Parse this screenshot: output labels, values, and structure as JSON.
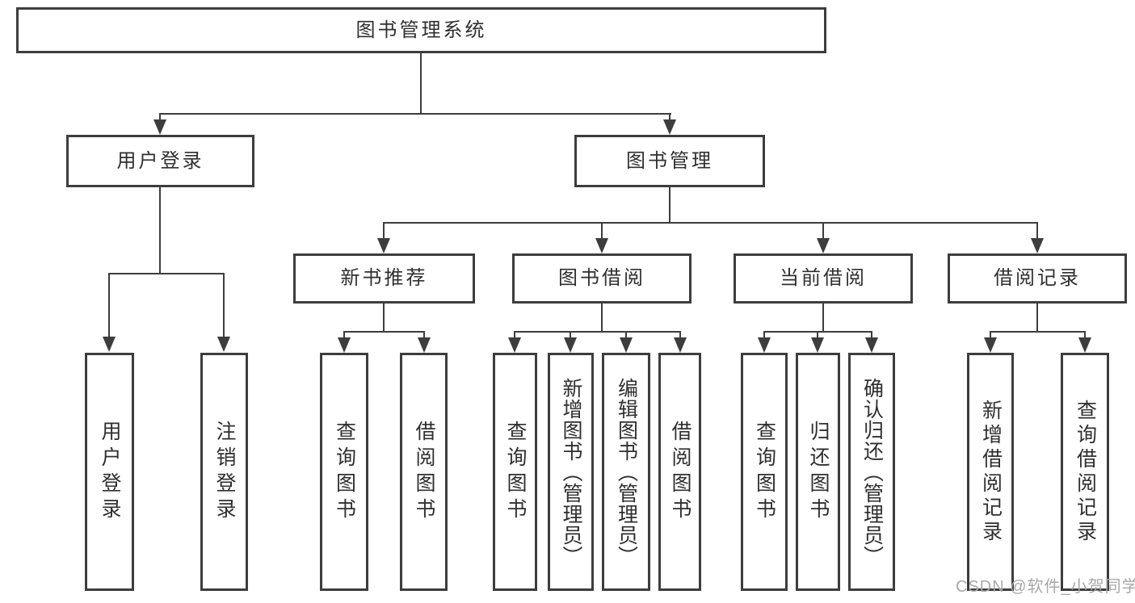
{
  "diagram": {
    "title": "图书管理系统",
    "level2": {
      "user_login": "用户登录",
      "book_mgmt": "图书管理"
    },
    "level3": {
      "new_rec": "新书推荐",
      "book_borrow": "图书借阅",
      "current_borrow": "当前借阅",
      "borrow_record": "借阅记录"
    },
    "leaves": {
      "user_login": "用户登录",
      "logout": "注销登录",
      "rec_query": "查询图书",
      "rec_borrow": "借阅图书",
      "bb_query": "查询图书",
      "bb_add": "新增图书（管理员）",
      "bb_edit": "编辑图书（管理员）",
      "bb_borrow": "借阅图书",
      "cb_query": "查询图书",
      "cb_return": "归还图书",
      "cb_confirm": "确认归还（管理员）",
      "br_add": "新增借阅记录",
      "br_query": "查询借阅记录"
    }
  },
  "watermark": {
    "text": "CSDN @软件_小贺同学",
    "color": "#a9a9a9"
  },
  "colors": {
    "line": "#3d3d3d",
    "text": "#2f2f2f",
    "background": "#ffffff"
  }
}
